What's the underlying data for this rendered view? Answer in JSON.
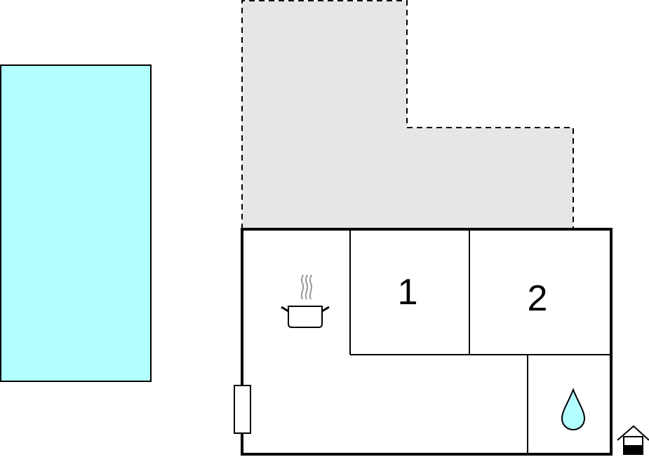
{
  "colors": {
    "pool": "#b3ffff",
    "terrace": "#e6e6e6",
    "walls": "#000000",
    "water": "#b3ffff",
    "steam": "#999999",
    "background": "#ffffff"
  },
  "rooms": [
    {
      "label": "1",
      "type": "bedroom"
    },
    {
      "label": "2",
      "type": "bedroom"
    }
  ],
  "icons": {
    "kitchen": "cooking-pot-icon",
    "bathroom": "water-drop-icon",
    "entrance": "house-entrance-icon",
    "door": "door-icon"
  },
  "areas": {
    "pool": "swimming-pool",
    "terrace": "terrace"
  }
}
